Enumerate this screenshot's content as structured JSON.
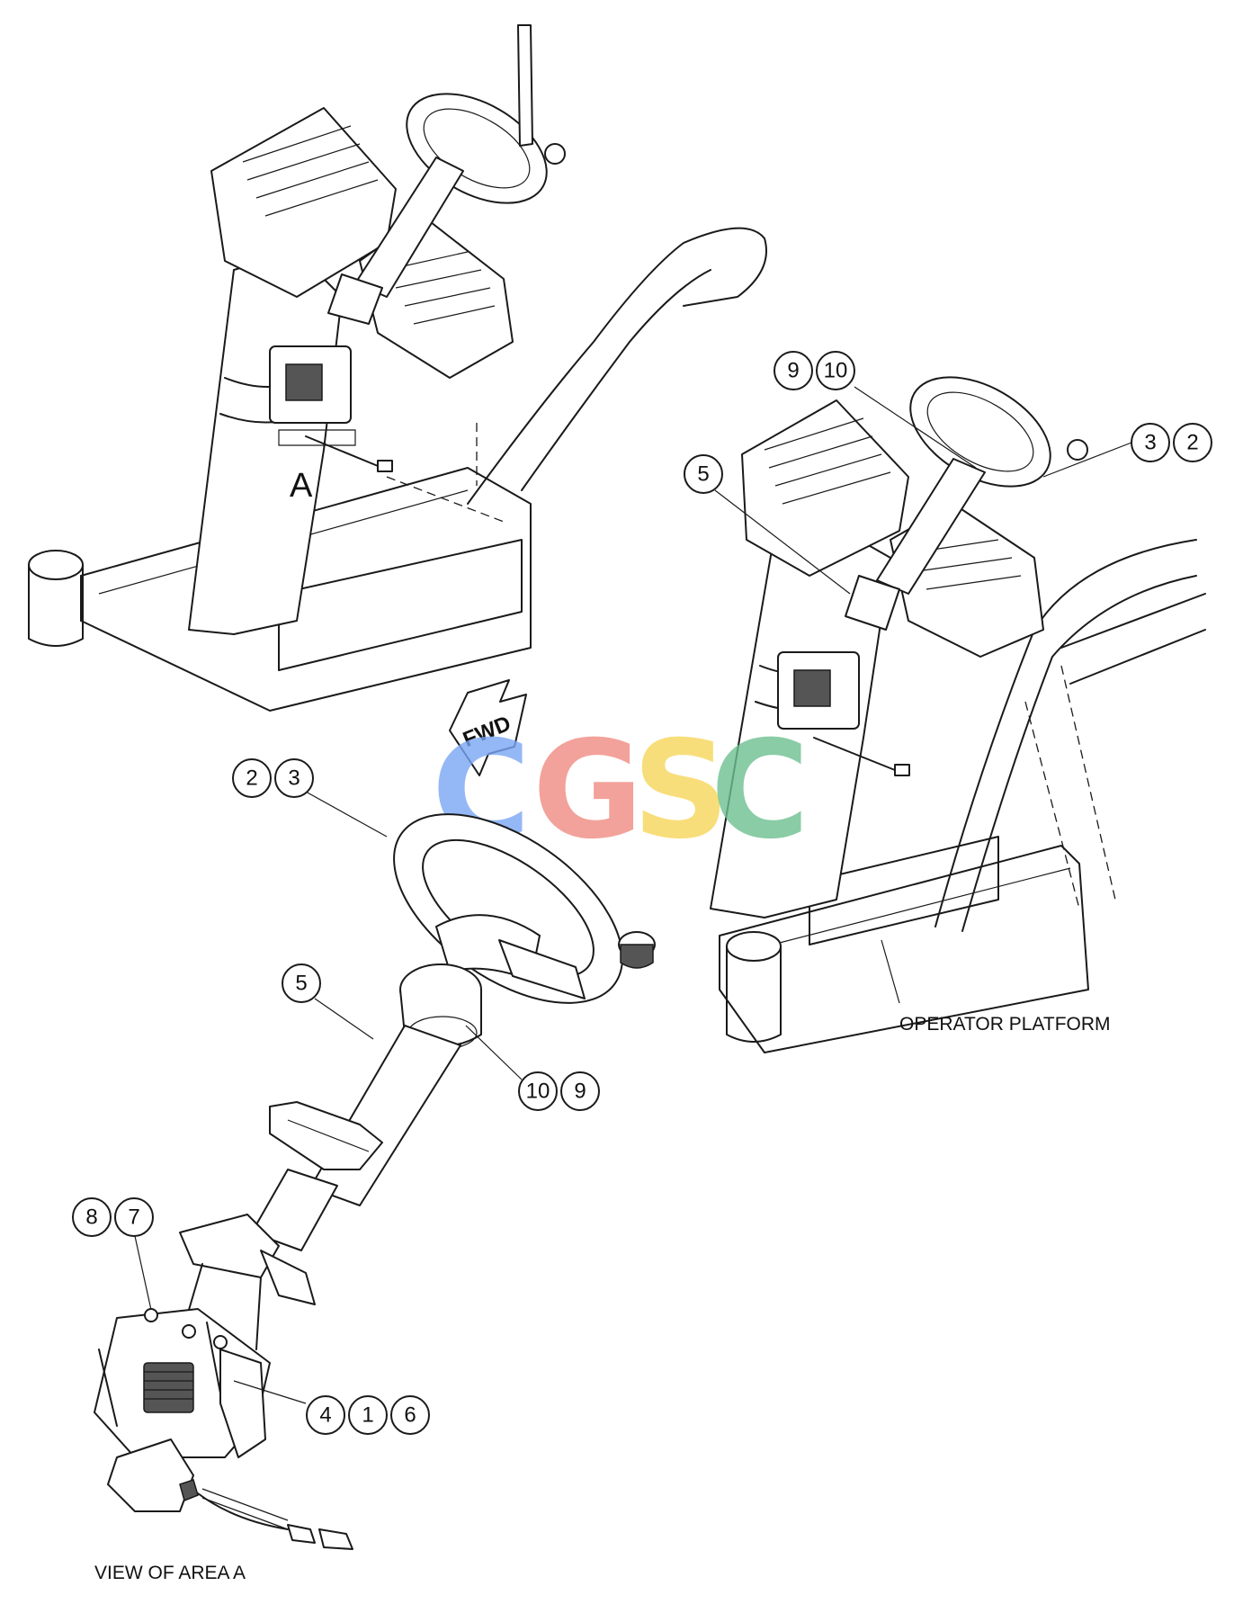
{
  "captions": {
    "area_marker": "A",
    "fwd": "FWD",
    "operator_platform": "OPERATOR PLATFORM",
    "view_of_area_a": "VIEW OF AREA A"
  },
  "callouts": {
    "right_top_left": [
      "9",
      "10"
    ],
    "right_top_right": [
      "3",
      "2"
    ],
    "right_mid": [
      "5"
    ],
    "detail_wheel": [
      "2",
      "3"
    ],
    "detail_column": [
      "5"
    ],
    "detail_hub": [
      "10",
      "9"
    ],
    "detail_fasteners": [
      "8",
      "7"
    ],
    "detail_brake": [
      "4",
      "1",
      "6"
    ]
  },
  "watermark": {
    "letters": [
      "C",
      "G",
      "S",
      "C"
    ],
    "colors": [
      "#7aa7f5",
      "#f08c82",
      "#f7d65a",
      "#6cc08f"
    ]
  }
}
